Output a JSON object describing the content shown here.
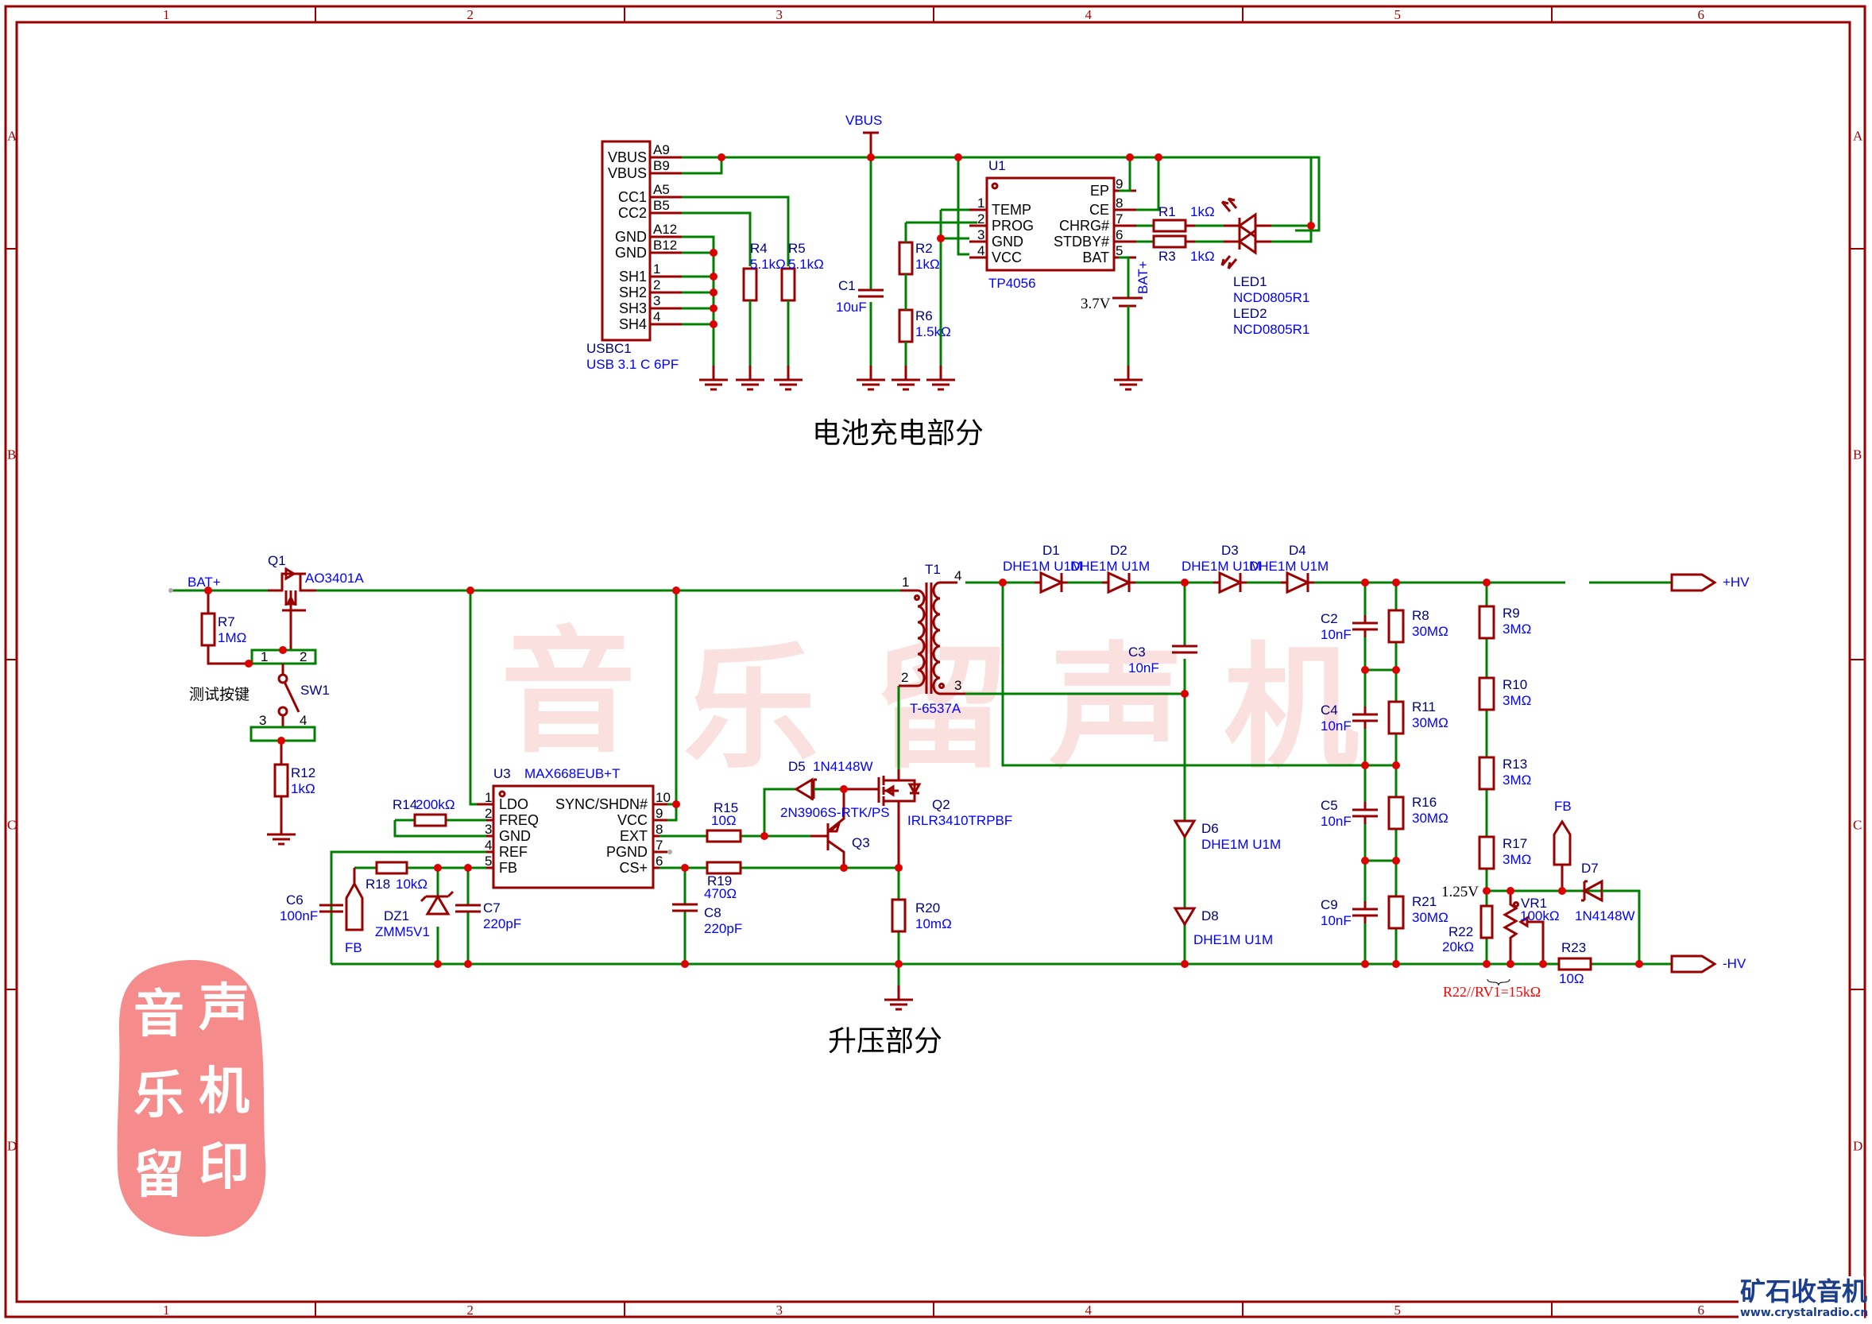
{
  "frame": {
    "columns": [
      "1",
      "2",
      "3",
      "4",
      "5",
      "6"
    ],
    "rows": [
      "A",
      "B",
      "C",
      "D"
    ]
  },
  "sections": {
    "charging_title": "电池充电部分",
    "boost_title": "升压部分"
  },
  "watermark": {
    "chars": [
      "音",
      "乐",
      "留",
      "声",
      "机"
    ]
  },
  "stamp": {
    "chars": [
      "音",
      "声",
      "乐",
      "机",
      "留",
      "印"
    ]
  },
  "logo": {
    "name": "矿石收音机",
    "url": "www.crystalradio.cn"
  },
  "nets": {
    "vbus": "VBUS",
    "bat_plus_vertical": "BAT+",
    "bat_plus": "BAT+",
    "fb_left": "FB",
    "fb_right": "FB",
    "hv_plus": "+HV",
    "hv_minus": "-HV"
  },
  "components": {
    "usbc1": {
      "ref": "USBC1",
      "value": "USB 3.1 C 6PF",
      "pins": [
        {
          "name": "VBUS",
          "num": "A9"
        },
        {
          "name": "VBUS",
          "num": "B9"
        },
        {
          "name": "CC1",
          "num": "A5"
        },
        {
          "name": "CC2",
          "num": "B5"
        },
        {
          "name": "GND",
          "num": "A12"
        },
        {
          "name": "GND",
          "num": "B12"
        },
        {
          "name": "SH1",
          "num": "1"
        },
        {
          "name": "SH2",
          "num": "2"
        },
        {
          "name": "SH3",
          "num": "3"
        },
        {
          "name": "SH4",
          "num": "4"
        }
      ]
    },
    "r4": {
      "ref": "R4",
      "value": "5.1kΩ"
    },
    "r5": {
      "ref": "R5",
      "value": "5.1kΩ"
    },
    "c1": {
      "ref": "C1",
      "value": "10uF"
    },
    "r2": {
      "ref": "R2",
      "value": "1kΩ"
    },
    "r6": {
      "ref": "R6",
      "value": "1.5kΩ"
    },
    "u1": {
      "ref": "U1",
      "value": "TP4056",
      "left_pins": [
        {
          "num": "1",
          "name": "TEMP"
        },
        {
          "num": "2",
          "name": "PROG"
        },
        {
          "num": "3",
          "name": "GND"
        },
        {
          "num": "4",
          "name": "VCC"
        }
      ],
      "right_pins": [
        {
          "num": "9",
          "name": "EP"
        },
        {
          "num": "8",
          "name": "CE"
        },
        {
          "num": "7",
          "name": "CHRG#"
        },
        {
          "num": "6",
          "name": "STDBY#"
        },
        {
          "num": "5",
          "name": "BAT"
        }
      ]
    },
    "r1": {
      "ref": "R1",
      "value": "1kΩ"
    },
    "r3": {
      "ref": "R3",
      "value": "1kΩ"
    },
    "led1": {
      "ref": "LED1",
      "value": "NCD0805R1"
    },
    "led2": {
      "ref": "LED2",
      "value": "NCD0805R1"
    },
    "battery": {
      "value": "3.7V"
    },
    "q1": {
      "ref": "Q1",
      "value": "AO3401A"
    },
    "r7": {
      "ref": "R7",
      "value": "1MΩ"
    },
    "sw1": {
      "ref": "SW1",
      "label": "测试按键",
      "pins": [
        "1",
        "2",
        "3",
        "4"
      ]
    },
    "r12": {
      "ref": "R12",
      "value": "1kΩ"
    },
    "u3": {
      "ref": "U3",
      "value": "MAX668EUB+T",
      "left_pins": [
        {
          "num": "1",
          "name": "LDO"
        },
        {
          "num": "2",
          "name": "FREQ"
        },
        {
          "num": "3",
          "name": "GND"
        },
        {
          "num": "4",
          "name": "REF"
        },
        {
          "num": "5",
          "name": "FB"
        }
      ],
      "right_pins": [
        {
          "num": "10",
          "name": "SYNC/SHDN#"
        },
        {
          "num": "9",
          "name": "VCC"
        },
        {
          "num": "8",
          "name": "EXT"
        },
        {
          "num": "7",
          "name": "PGND"
        },
        {
          "num": "6",
          "name": "CS+"
        }
      ]
    },
    "r14": {
      "ref": "R14",
      "value": "200kΩ"
    },
    "r18": {
      "ref": "R18",
      "value": "10kΩ"
    },
    "c6": {
      "ref": "C6",
      "value": "100nF"
    },
    "dz1": {
      "ref": "DZ1",
      "value": "ZMM5V1"
    },
    "c7": {
      "ref": "C7",
      "value": "220pF"
    },
    "r15": {
      "ref": "R15",
      "value": "10Ω"
    },
    "r19": {
      "ref": "R19",
      "value": "470Ω"
    },
    "c8": {
      "ref": "C8",
      "value": "220pF"
    },
    "d5": {
      "ref": "D5",
      "value": "1N4148W"
    },
    "q3": {
      "ref": "Q3",
      "value": "2N3906S-RTK/PS"
    },
    "q2": {
      "ref": "Q2",
      "value": "IRLR3410TRPBF"
    },
    "r20": {
      "ref": "R20",
      "value": "10mΩ"
    },
    "t1": {
      "ref": "T1",
      "value": "T-6537A",
      "pins": [
        "1",
        "2",
        "3",
        "4"
      ]
    },
    "d1": {
      "ref": "D1",
      "value": "DHE1M U1M"
    },
    "d2": {
      "ref": "D2",
      "value": "DHE1M U1M"
    },
    "d3": {
      "ref": "D3",
      "value": "DHE1M U1M"
    },
    "d4": {
      "ref": "D4",
      "value": "DHE1M U1M"
    },
    "d6": {
      "ref": "D6",
      "value": "DHE1M U1M"
    },
    "d8": {
      "ref": "D8",
      "value": "DHE1M U1M"
    },
    "c3": {
      "ref": "C3",
      "value": "10nF"
    },
    "c2": {
      "ref": "C2",
      "value": "10nF"
    },
    "c4": {
      "ref": "C4",
      "value": "10nF"
    },
    "c5": {
      "ref": "C5",
      "value": "10nF"
    },
    "c9": {
      "ref": "C9",
      "value": "10nF"
    },
    "r8": {
      "ref": "R8",
      "value": "30MΩ"
    },
    "r11": {
      "ref": "R11",
      "value": "30MΩ"
    },
    "r16": {
      "ref": "R16",
      "value": "30MΩ"
    },
    "r21": {
      "ref": "R21",
      "value": "30MΩ"
    },
    "r9": {
      "ref": "R9",
      "value": "3MΩ"
    },
    "r10": {
      "ref": "R10",
      "value": "3MΩ"
    },
    "r13": {
      "ref": "R13",
      "value": "3MΩ"
    },
    "r17": {
      "ref": "R17",
      "value": "3MΩ"
    },
    "r22": {
      "ref": "R22",
      "value": "20kΩ"
    },
    "vr1": {
      "ref": "VR1",
      "value": "100kΩ"
    },
    "d7": {
      "ref": "D7",
      "value": "1N4148W"
    },
    "r23": {
      "ref": "R23",
      "value": "10Ω"
    }
  },
  "annotations": {
    "fb_voltage": "1.25V",
    "r22_parallel": "R22//RV1=15kΩ"
  }
}
